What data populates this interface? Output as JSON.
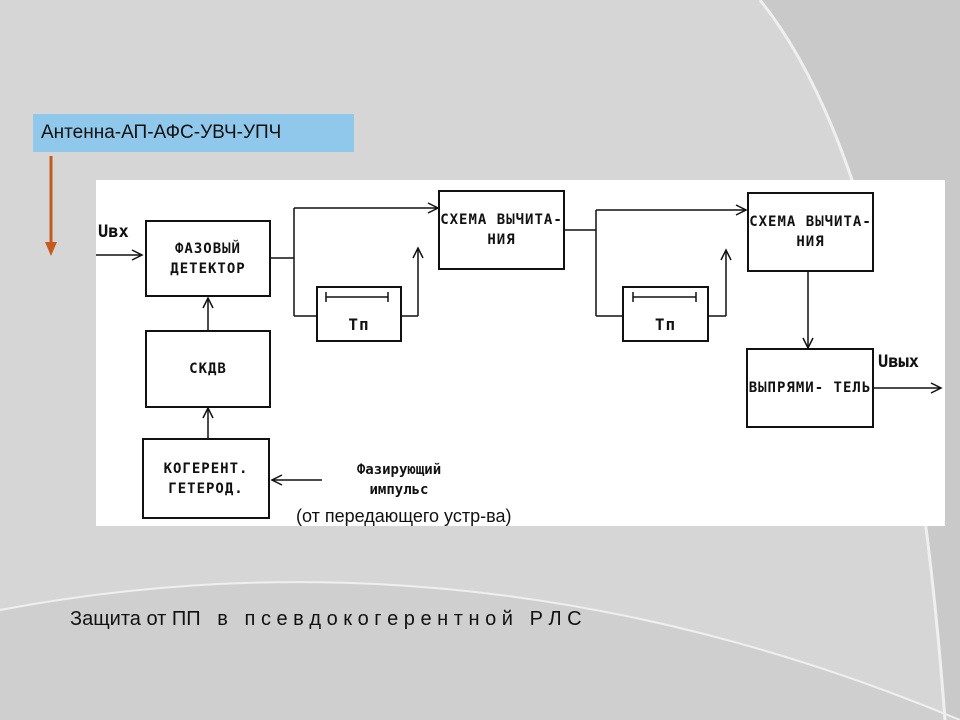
{
  "antenna_chain": "Антенна-АП-АФС-УВЧ-УПЧ",
  "input_label": "Uвх",
  "output_label": "Uвых",
  "blocks": {
    "phase_detector": "ФАЗОВЫЙ ДЕТЕКТОР",
    "subtract_1": "СХЕМА ВЫЧИТА- НИЯ",
    "subtract_2": "СХЕМА ВЫЧИТА- НИЯ",
    "delay_1": "Tп",
    "delay_2": "Tп",
    "skdv": "СКДВ",
    "coherent_oscillator": "КОГЕРЕНТ. ГЕТЕРОД.",
    "rectifier": "ВЫПРЯМИ- ТЕЛЬ"
  },
  "phasing_pulse": "Фазирующий импульс",
  "source_note": "(от передающего устр-ва)",
  "caption": "Защита от ПП   в   п с е в д о к о г е р е н т н о й   Р Л С",
  "colors": {
    "antenna_box": "#8fc8ea",
    "arrow": "#c65a1e",
    "background": "#d6d6d6"
  }
}
